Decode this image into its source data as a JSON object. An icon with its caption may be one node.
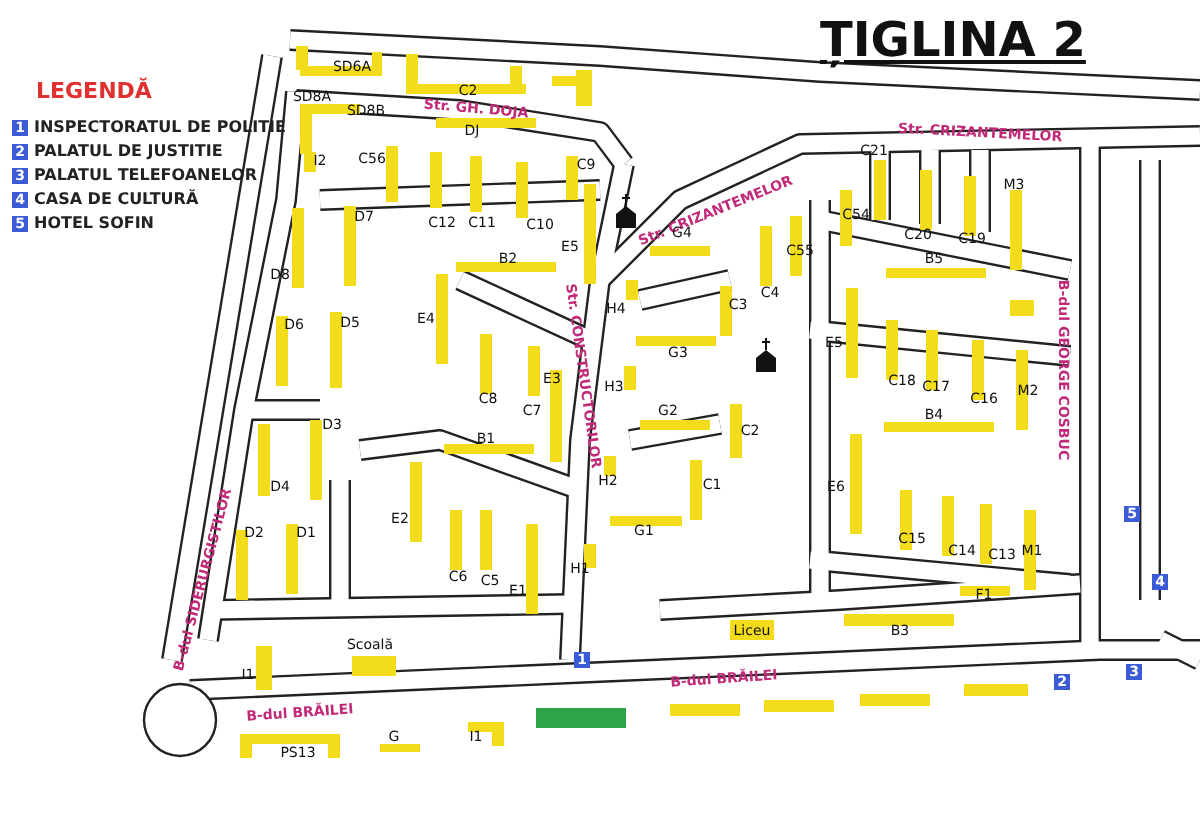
{
  "diagram": {
    "title": "ȚIGLINA 2",
    "labels": [
      "LEGENDĂ",
      "1",
      "2",
      "3",
      "4",
      "5",
      "SD6A",
      "C2",
      "Str. GH. DOJA",
      "SD8A",
      "SD8B",
      "DJ",
      "I2",
      "C56",
      "C9",
      "Str. CRIZANTEMELOR",
      "C21",
      "M3",
      "D7",
      "C12",
      "C11",
      "C10",
      "Str. CRIZANTEMELOR",
      "C54",
      "B2",
      "E5",
      "G4",
      "C55",
      "C20",
      "B5",
      "C19",
      "D8",
      "H4",
      "C3",
      "C4",
      "E4",
      "D6",
      "D5",
      "E5",
      "G3",
      "C18",
      "C17",
      "C16",
      "M2",
      "B-dul GEORGE COSBUC",
      "E3",
      "H3",
      "Str. CONSTRUCTORILOR",
      "C8",
      "C7",
      "G2",
      "C2",
      "B4",
      "D3",
      "B1",
      "D4",
      "H2",
      "C1",
      "E6",
      "D2",
      "D1",
      "E2",
      "G1",
      "C15",
      "C14",
      "C13",
      "M1",
      "B-dul SIDERURGISTILOR",
      "C6",
      "C5",
      "E1",
      "H1",
      "F1",
      "Scoală",
      "Liceu",
      "B3",
      "I1",
      "1",
      "B-dul BRĂILEI",
      "B-dul BRĂILEI",
      "5",
      "4",
      "2",
      "3",
      "PS13",
      "G",
      "I1"
    ],
    "legend": [
      {
        "text": "INSPECTORATUL DE POLITIE"
      },
      {
        "text": "PALATUL DE JUSTITIE"
      },
      {
        "text": "PALATUL TELEFOANELOR"
      },
      {
        "text": "CASA DE CULTURĂ"
      },
      {
        "text": "HOTEL SOFIN"
      }
    ]
  }
}
